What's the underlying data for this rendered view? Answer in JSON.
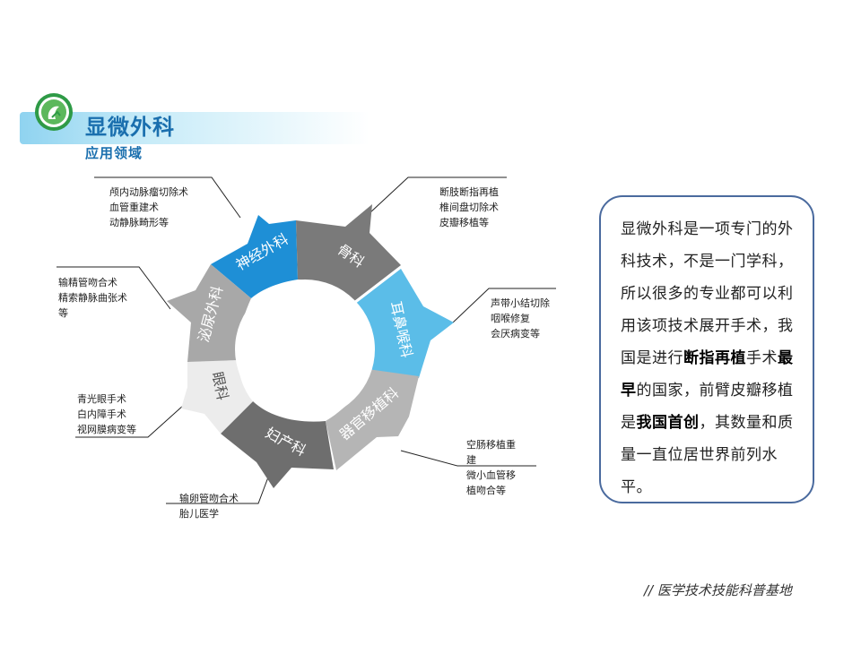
{
  "header": {
    "title": "显微外科",
    "subtitle": "应用领域"
  },
  "segments": [
    {
      "label": "神经外科",
      "color": "#1e8fd6"
    },
    {
      "label": "骨科",
      "color": "#7a7a7a"
    },
    {
      "label": "耳鼻喉科",
      "color": "#5bbde8"
    },
    {
      "label": "器官移植科",
      "color": "#b5b5b5"
    },
    {
      "label": "妇产科",
      "color": "#6e6e6e"
    },
    {
      "label": "眼科",
      "color": "#ececec"
    },
    {
      "label": "泌尿外科",
      "color": "#a8a8a8"
    }
  ],
  "notes": {
    "neuro": [
      "颅内动脉瘤切除术",
      "血管重建术",
      "动静脉畸形等"
    ],
    "ortho": [
      "断肢断指再植",
      "椎间盘切除术",
      "皮瓣移植等"
    ],
    "ent": [
      "声带小结切除",
      "咽喉修复",
      "会厌病变等"
    ],
    "transplant": [
      "空肠移植重",
      "建",
      "微小血管移",
      "植吻合等"
    ],
    "obgyn": [
      "输卵管吻合术",
      "胎儿医学"
    ],
    "eye": [
      "青光眼手术",
      "白内障手术",
      "视网膜病变等"
    ],
    "uro": [
      "输精管吻合术",
      "精索静脉曲张术",
      "等"
    ]
  },
  "info": {
    "p1": "显微外科是一项专门的外科技术，不是一门学科，所以很多的专业都可以利用该项技术展开手术，我国是进行",
    "b1": "断指再植",
    "p2": "手术",
    "b2": "最早",
    "p3": "的国家，前臂皮瓣移植是",
    "b3": "我国首创",
    "p4": "，其数量和质量一直位居世界前列水平。"
  },
  "footer": "// 医学技术技能科普基地"
}
